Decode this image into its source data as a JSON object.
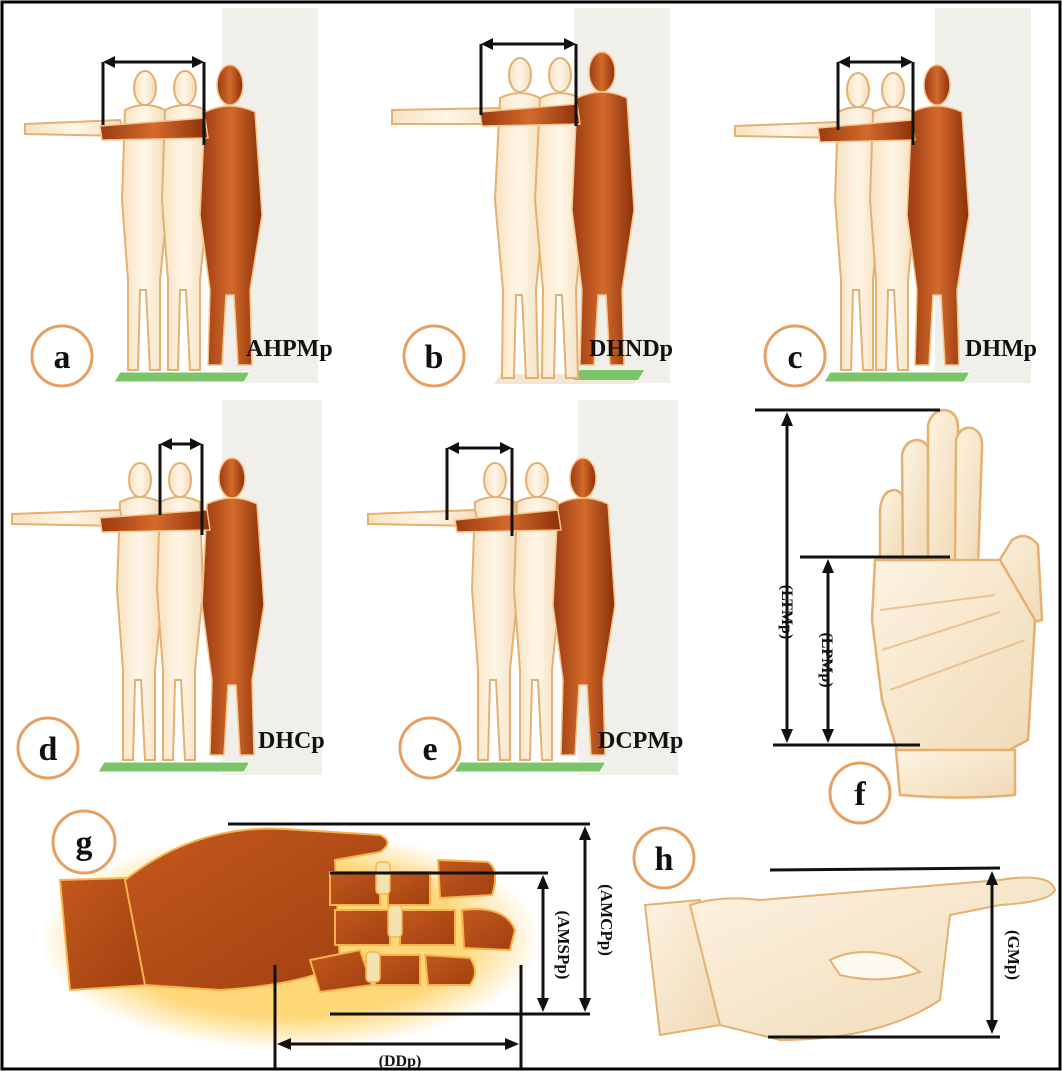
{
  "panels": {
    "a": {
      "letter": "a",
      "label": "AHPMp"
    },
    "b": {
      "letter": "b",
      "label": "DHNDp"
    },
    "c": {
      "letter": "c",
      "label": "DHMp"
    },
    "d": {
      "letter": "d",
      "label": "DHCp"
    },
    "e": {
      "letter": "e",
      "label": "DCPMp"
    },
    "f": {
      "letter": "f",
      "labels": [
        "(LTMp)",
        "(LPMp)"
      ]
    },
    "g": {
      "letter": "g",
      "labels": [
        "(AMCPp)",
        "(AMSPp)",
        "(DDp)"
      ]
    },
    "h": {
      "letter": "h",
      "labels": [
        "(GMp)"
      ]
    }
  },
  "colors": {
    "dark_figure": "#b8501c",
    "light_figure": "#fbeed8",
    "outline": "#e5b070",
    "badge_ring": "#e8a062",
    "floor": "#7cc46a",
    "measure_line": "#111111"
  }
}
